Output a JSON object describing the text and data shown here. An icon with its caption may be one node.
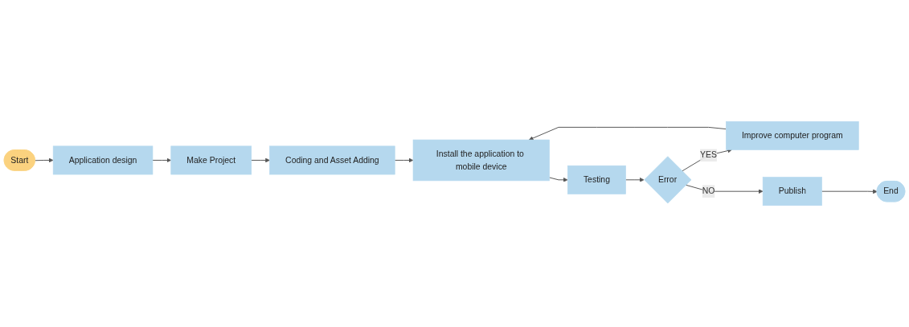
{
  "diagram": {
    "nodes": [
      {
        "text": [
          "Start"
        ]
      },
      {
        "text": [
          "Application design"
        ]
      },
      {
        "text": [
          "Make Project"
        ]
      },
      {
        "text": [
          "Coding and Asset Adding"
        ]
      },
      {
        "text": [
          "Install the application to mobile device"
        ]
      },
      {
        "text": [
          "Testing"
        ]
      },
      {
        "text": [
          "Error"
        ]
      },
      {
        "text": [
          "Improve computer program"
        ]
      },
      {
        "text": [
          "Publish"
        ]
      },
      {
        "text": [
          "End"
        ]
      }
    ],
    "edges": [
      {
        "from": 0,
        "to": 1,
        "arrow": "to"
      },
      {
        "from": 1,
        "to": 2,
        "arrow": "to"
      },
      {
        "from": 2,
        "to": 3,
        "arrow": "to"
      },
      {
        "from": 3,
        "to": 4,
        "arrow": "to"
      },
      {
        "from": 4,
        "to": 5,
        "arrow": "to"
      },
      {
        "from": 5,
        "to": 6,
        "arrow": "to"
      },
      {
        "from": 6,
        "to": 7,
        "arrow": "to",
        "label": "YES"
      },
      {
        "from": 7,
        "to": 4,
        "arrow": "to"
      },
      {
        "from": 6,
        "to": 8,
        "arrow": "to",
        "label": "NO"
      },
      {
        "from": 8,
        "to": 9,
        "arrow": "to"
      }
    ]
  }
}
